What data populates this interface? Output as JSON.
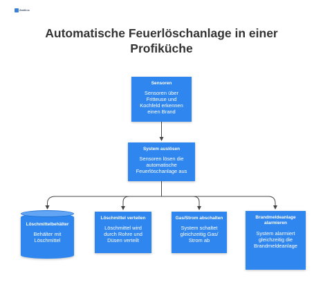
{
  "logo": {
    "text": "Zenith.io"
  },
  "title": "Automatische Feuerlöschanlage in einer Profiküche",
  "nodes": {
    "sensoren": {
      "title": "Sensoren",
      "text": "Sensoren über Fritteuse und Kochfeld erkennen einen Brand"
    },
    "system": {
      "title": "System auslösen",
      "text": "Sensoren lösen die automatische Feuerlöschanlage aus"
    },
    "behaelter": {
      "title": "Löschmittelbehälter",
      "text": "Behälter mit Löschmittel"
    },
    "verteilen": {
      "title": "Löschmittel verteilen",
      "text": "Löschmittel wird durch Rohre und Düsen verteilt"
    },
    "abschalten": {
      "title": "Gas/Strom abschalten",
      "text": "System schaltet gleichzeitig Gas/ Strom ab"
    },
    "alarm": {
      "title": "Brandmeldeanlage alarmieren",
      "text": "System alarmiert gleichzeitig die Brandmeldeanlage"
    }
  },
  "colors": {
    "node_fill": "#2f86ee",
    "node_text": "#ffffff",
    "edge": "#444444",
    "title": "#333333"
  }
}
